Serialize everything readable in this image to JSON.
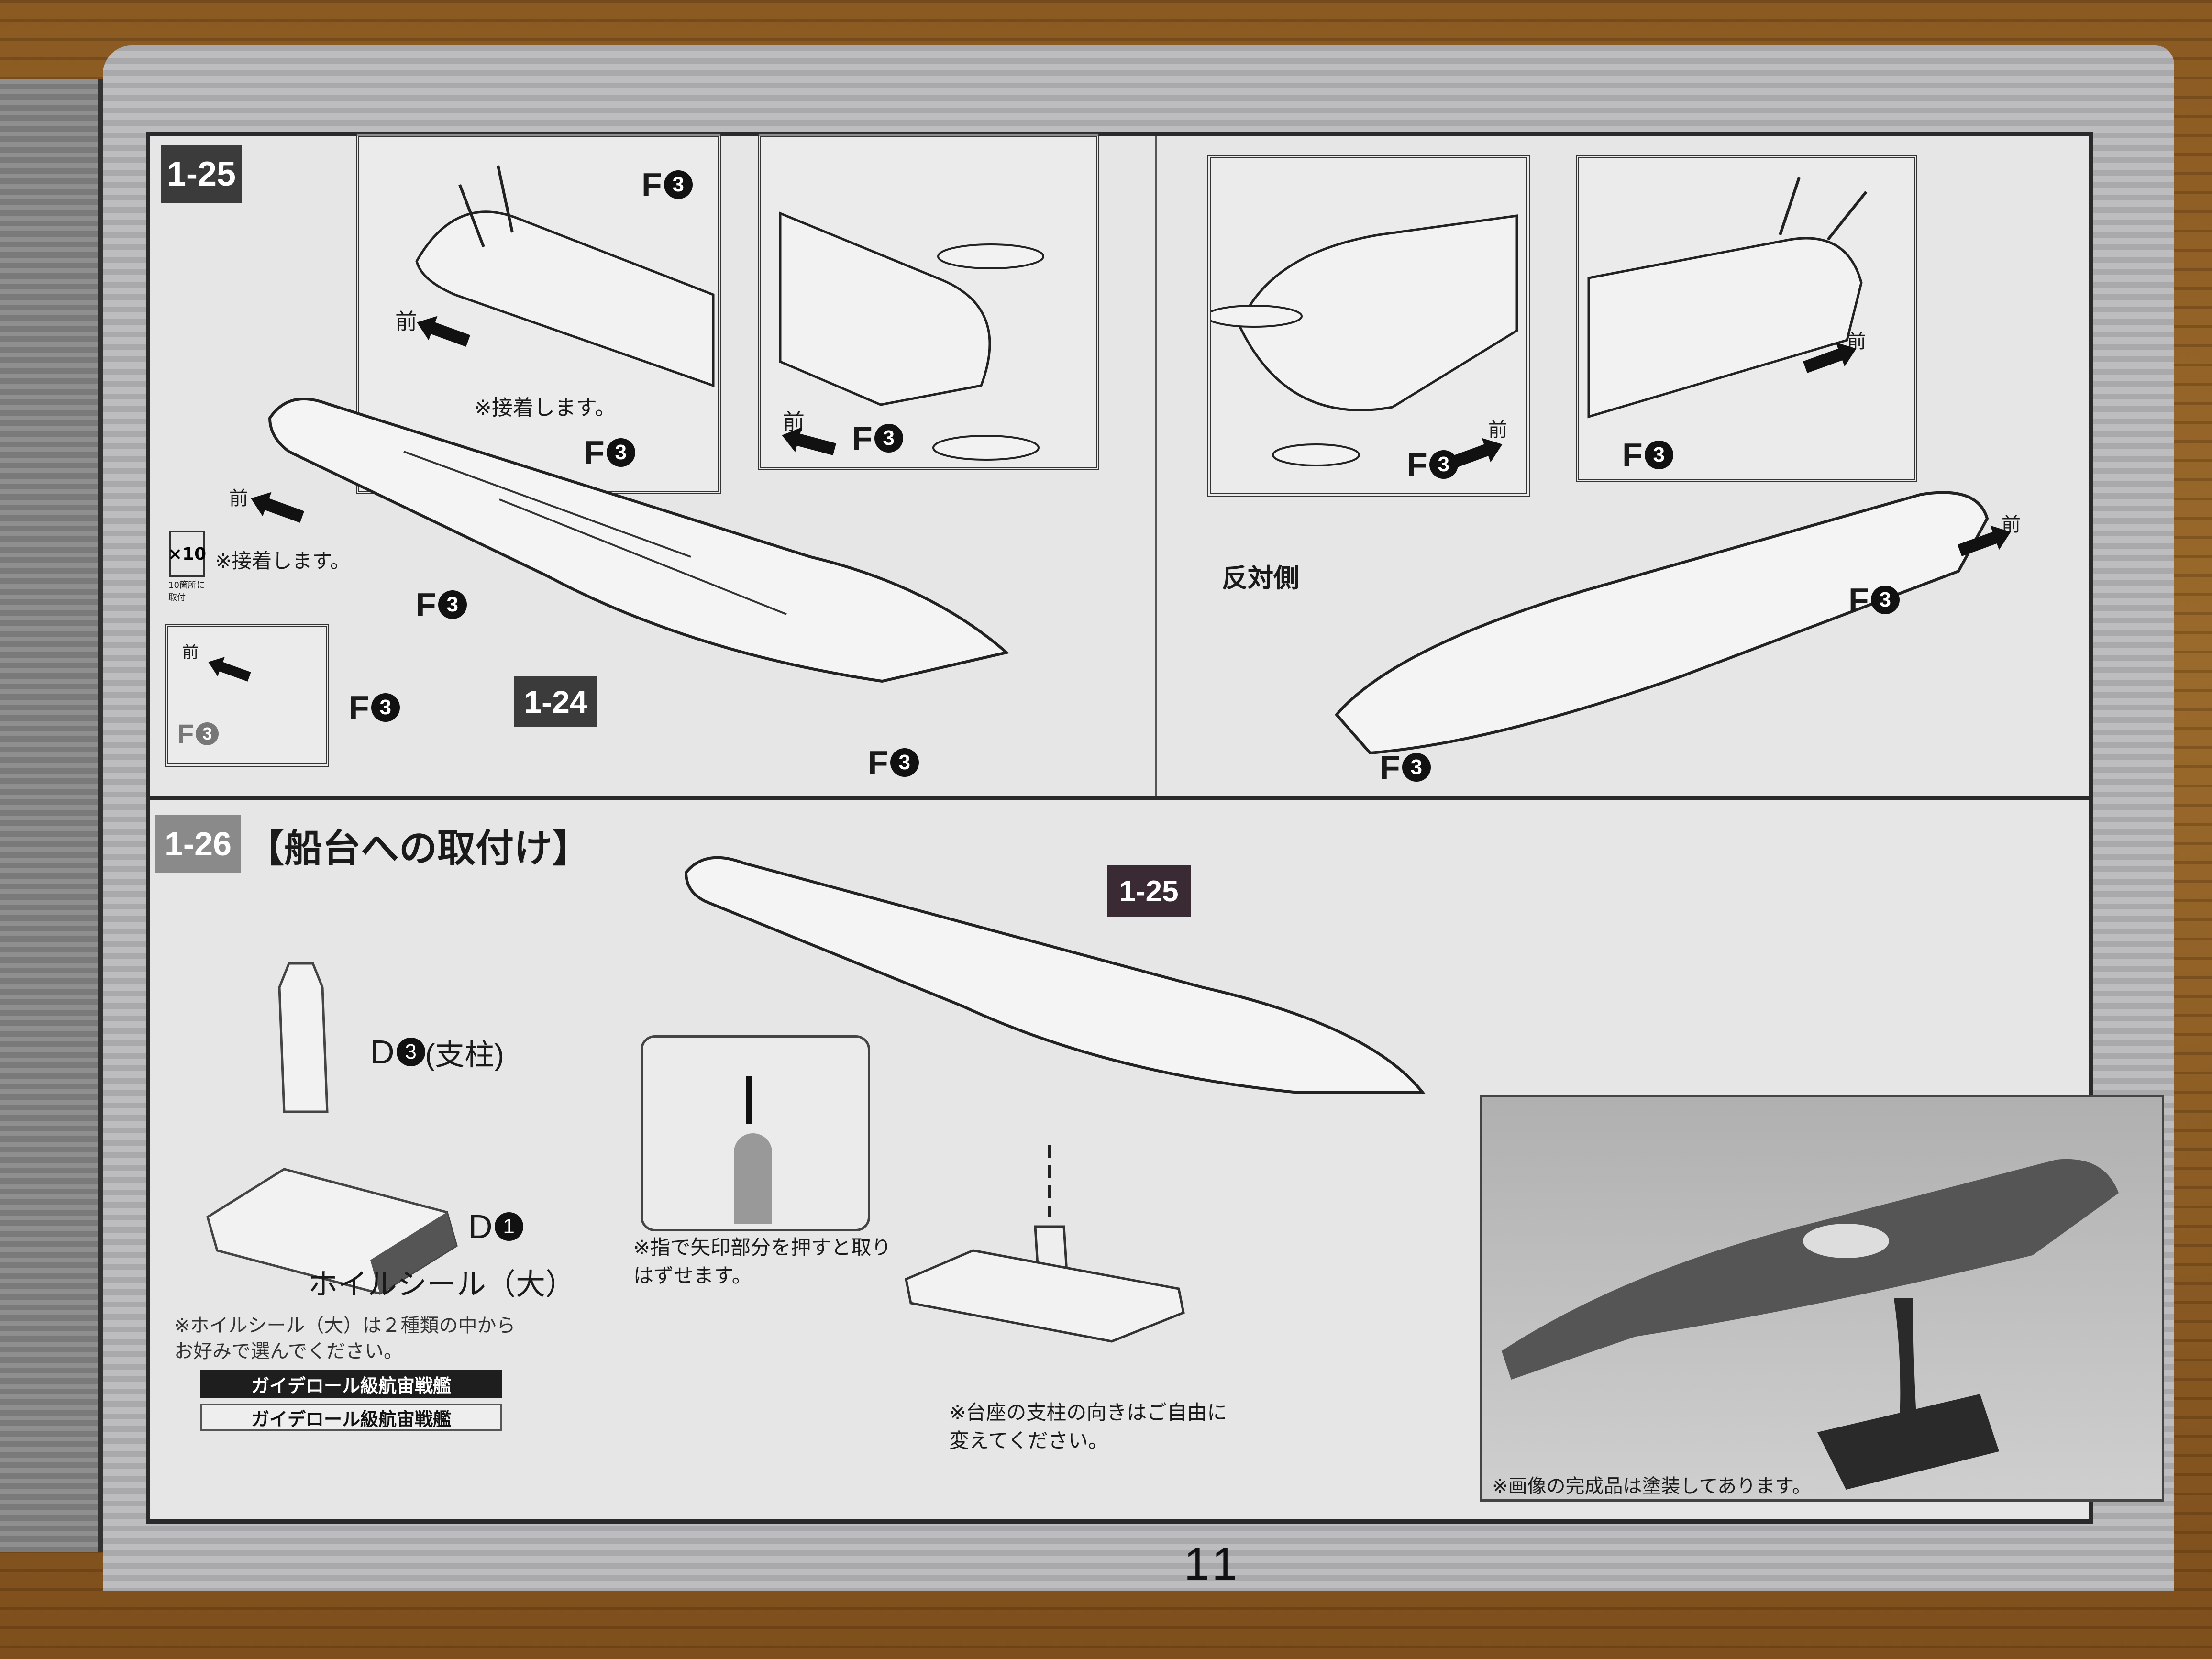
{
  "page_number": "11",
  "step_1_25": {
    "badge": "1-25",
    "front_label": "前",
    "part_label": "F",
    "part_number": "3",
    "glue_note": "※接着します。",
    "multiplier_icon": "×10",
    "multiplier_note": "10箇所に取付",
    "ref_badge": "1-24",
    "opposite_side": "反対側"
  },
  "step_1_26": {
    "badge": "1-26",
    "title": "【船台への取付け】",
    "ref_badge": "1-25",
    "stand_post_label": "D",
    "stand_post_number": "3",
    "stand_post_name": "(支柱)",
    "stand_base_label": "D",
    "stand_base_number": "1",
    "foil_sticker_label": "ホイルシール（大）",
    "foil_note": "※ホイルシール（大）は２種類の中からお好みで選んでください。",
    "sticker_options": [
      "ガイデロール級航宙戦艦",
      "ガイデロール級航宙戦艦"
    ],
    "remove_note": "※指で矢印部分を押すと取りはずせます。",
    "stand_direction_note": "※台座の支柱の向きはご自由に変えてください。",
    "photo_note": "※画像の完成品は塗装してあります。"
  }
}
